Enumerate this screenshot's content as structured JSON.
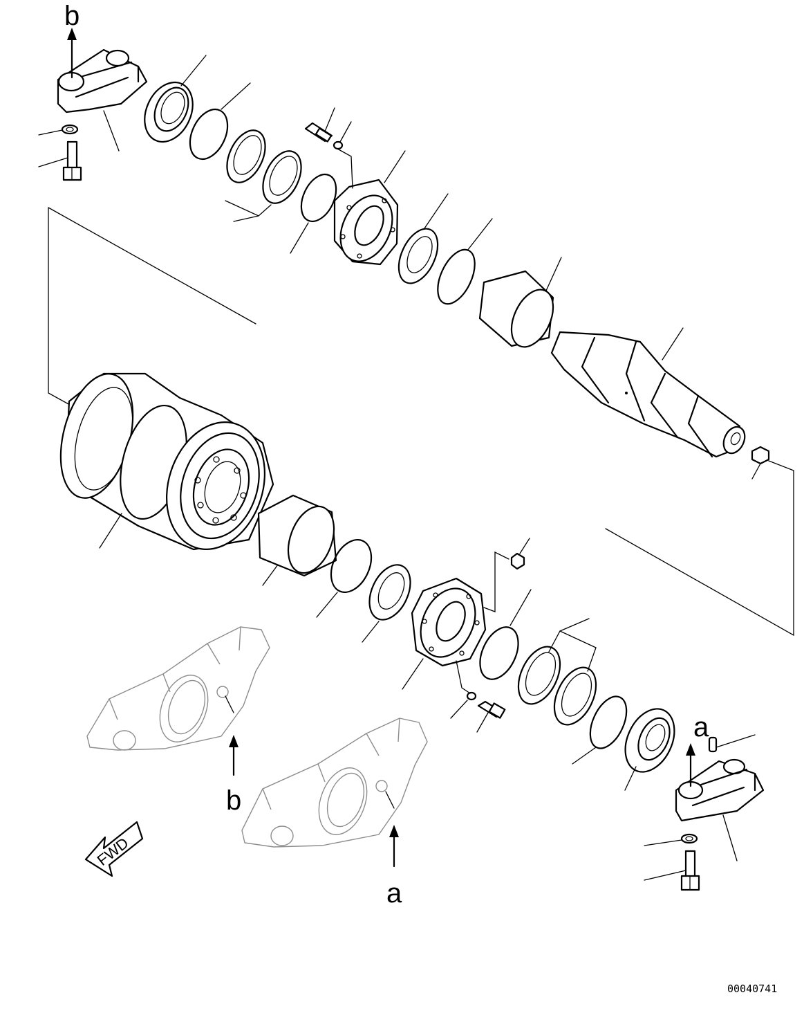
{
  "labels": {
    "ref_a_top": "a",
    "ref_a_bottom": "a",
    "ref_b_top": "b",
    "ref_b_bottom": "b"
  },
  "direction_arrow": {
    "text": "FWD"
  },
  "picture_id": "00040741",
  "colors": {
    "line": "#000000",
    "ghost": "#8c8c8c",
    "background": "#ffffff"
  }
}
